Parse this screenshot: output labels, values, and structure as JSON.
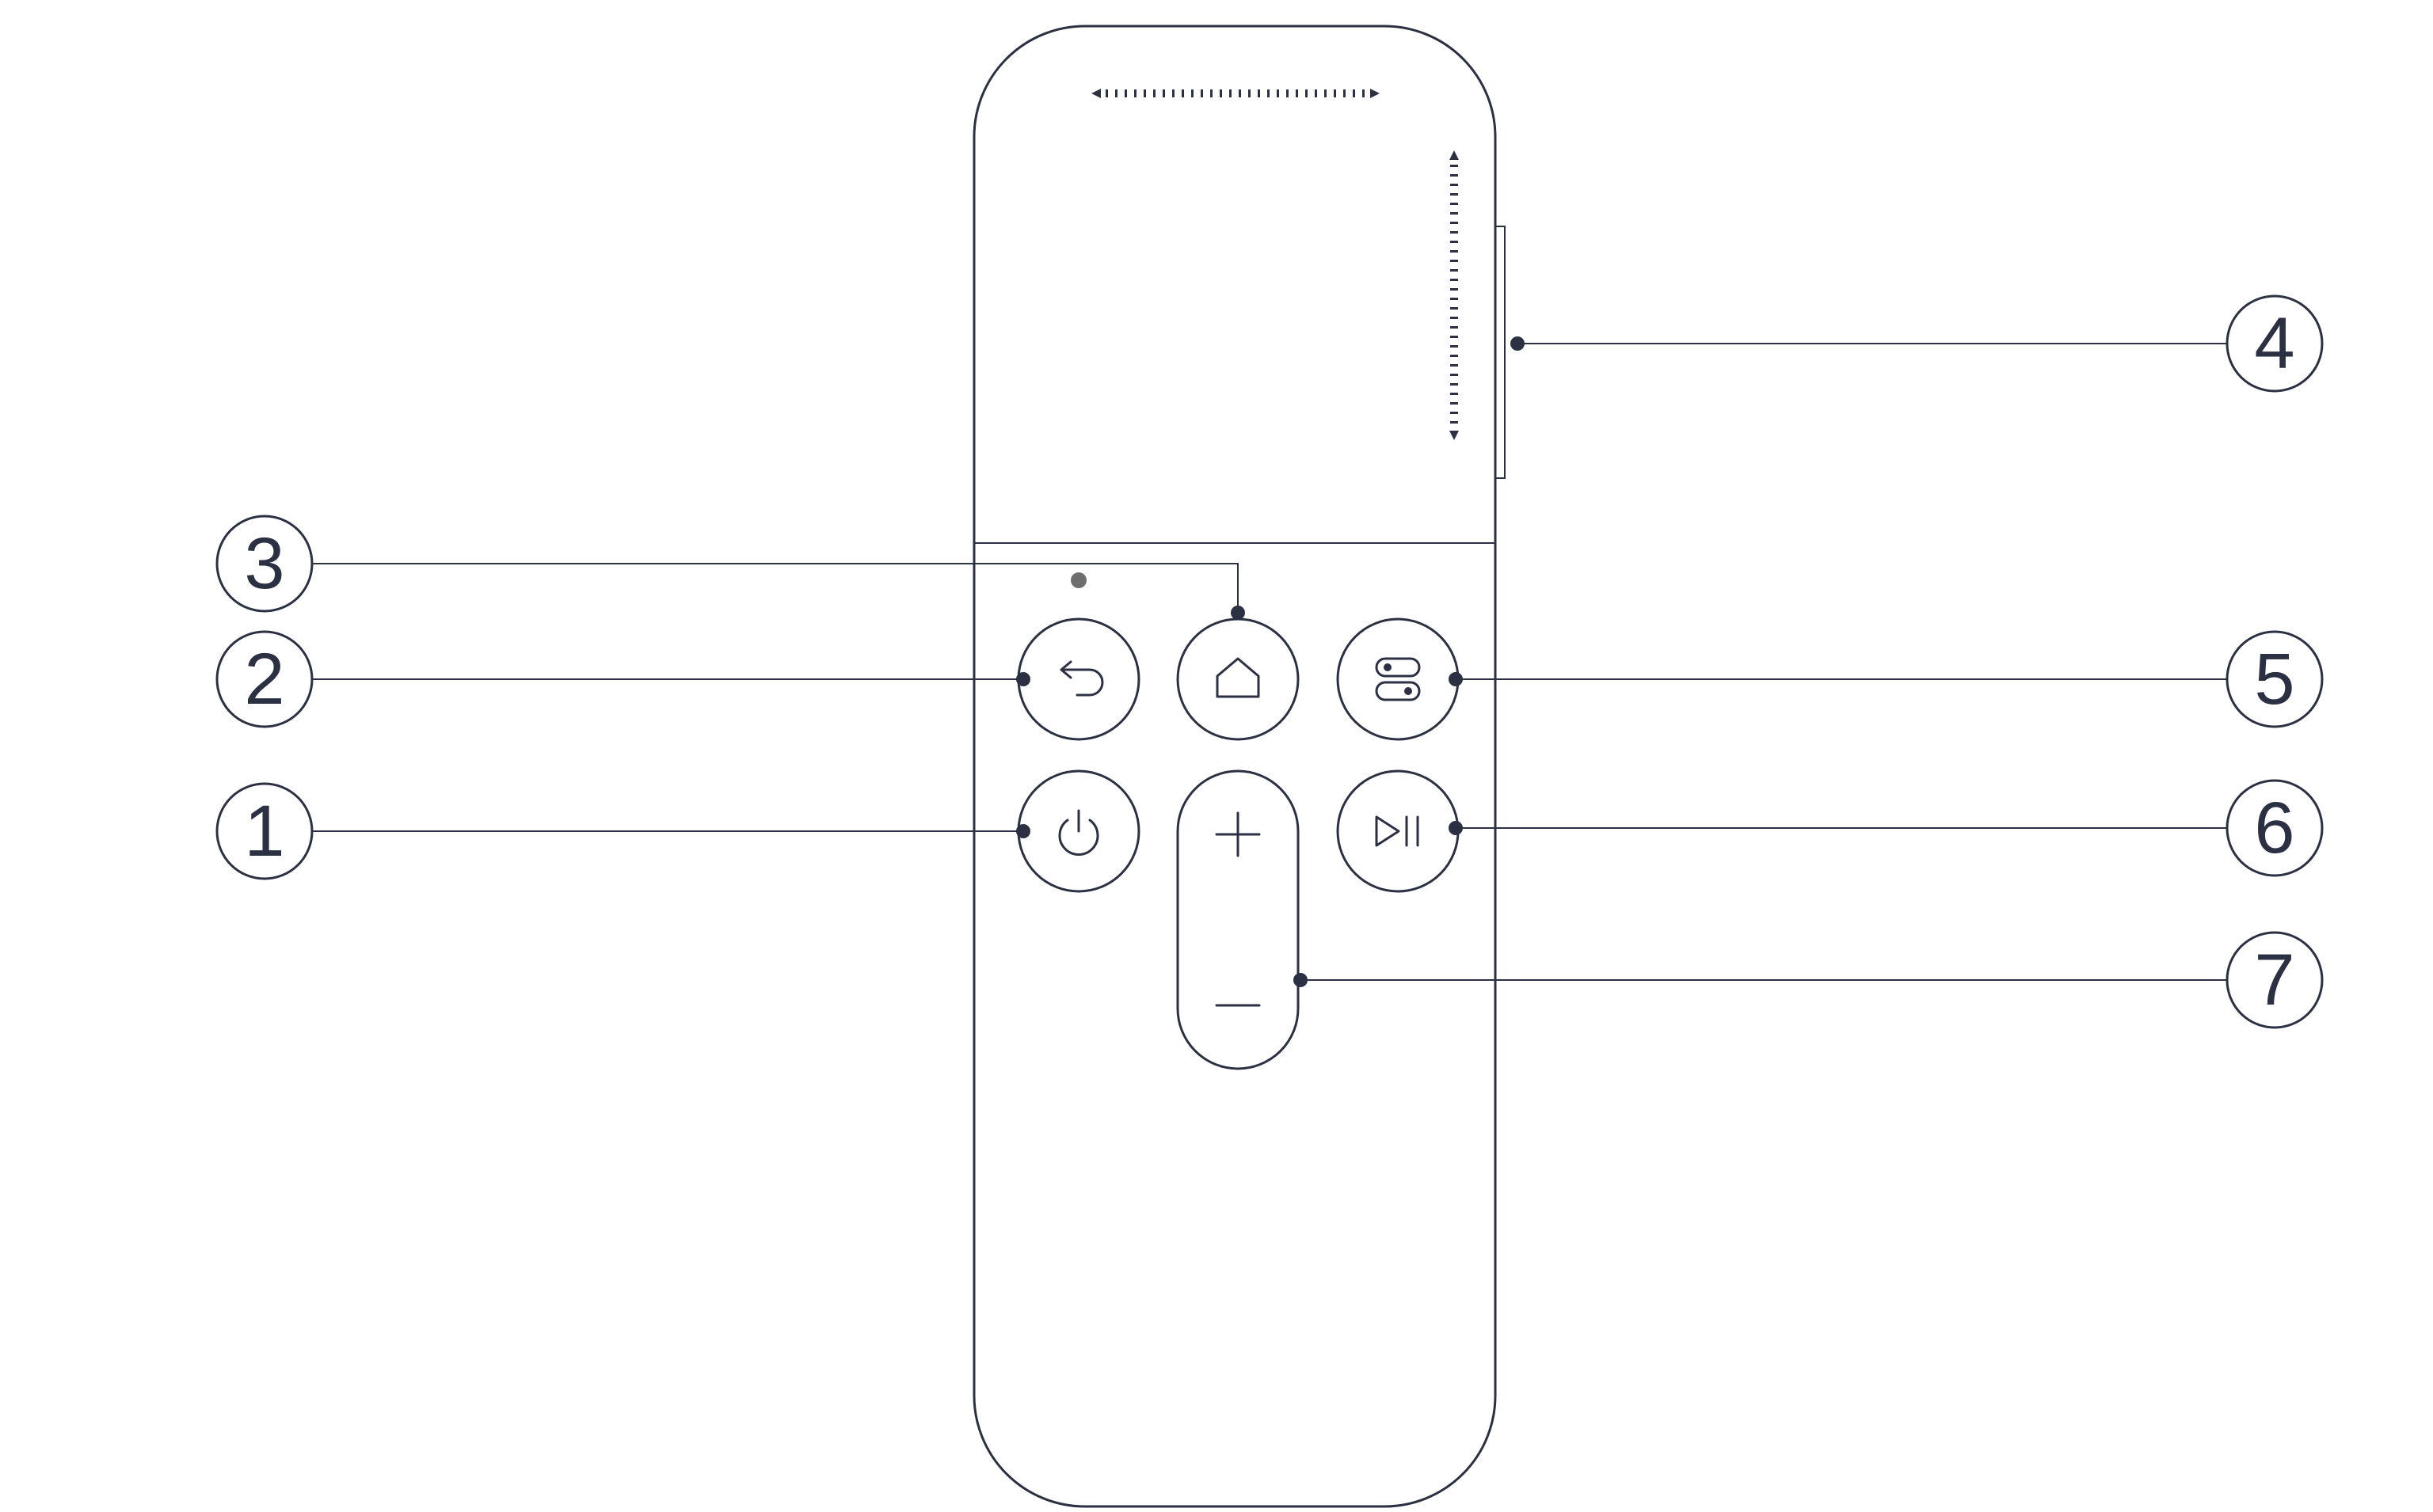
{
  "callouts": {
    "c1": "1",
    "c2": "2",
    "c3": "3",
    "c4": "4",
    "c5": "5",
    "c6": "6",
    "c7": "7"
  },
  "colors": {
    "line": "#2b3142",
    "indicator": "#6e6e6e"
  },
  "icons": {
    "back": "back-arrow-icon",
    "home": "home-icon",
    "power": "power-icon",
    "settings": "toggle-settings-icon",
    "play_pause": "play-pause-icon",
    "volume_up": "plus-icon",
    "volume_down": "minus-icon"
  }
}
